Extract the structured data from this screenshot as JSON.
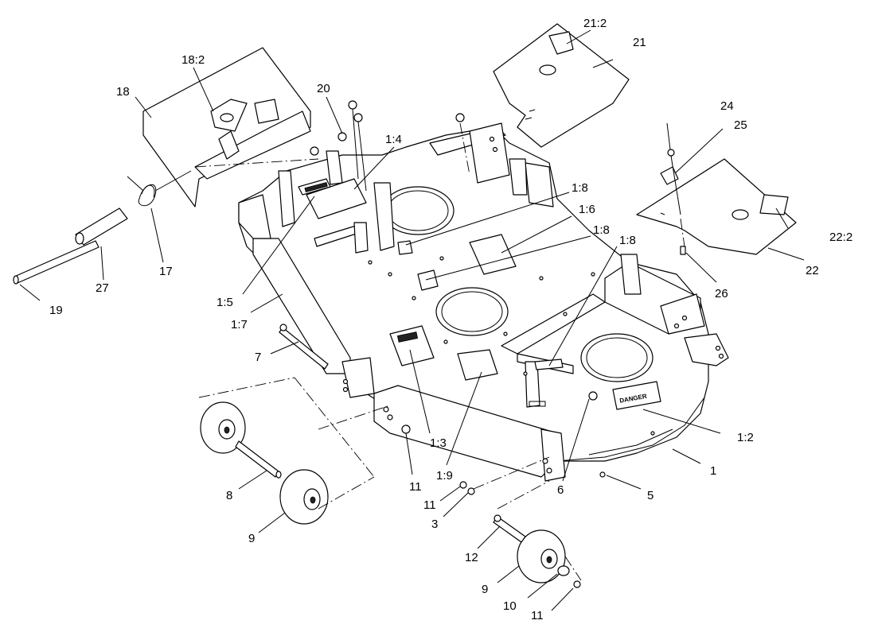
{
  "labels": {
    "l1": "1",
    "l1_2": "1:2",
    "l1_3": "1:3",
    "l1_4": "1:4",
    "l1_5": "1:5",
    "l1_6": "1:6",
    "l1_7": "1:7",
    "l1_8a": "1:8",
    "l1_8b": "1:8",
    "l1_8c": "1:8",
    "l1_9": "1:9",
    "l3": "3",
    "l5": "5",
    "l6": "6",
    "l7": "7",
    "l8": "8",
    "l9a": "9",
    "l9b": "9",
    "l10": "10",
    "l11a": "11",
    "l11b": "11",
    "l11c": "11",
    "l12": "12",
    "l17": "17",
    "l18": "18",
    "l18_2": "18:2",
    "l19": "19",
    "l20": "20",
    "l21": "21",
    "l21_2": "21:2",
    "l22": "22",
    "l22_2": "22:2",
    "l24": "24",
    "l25": "25",
    "l26": "26",
    "l27": "27"
  },
  "decals": {
    "danger": "DANGER"
  }
}
